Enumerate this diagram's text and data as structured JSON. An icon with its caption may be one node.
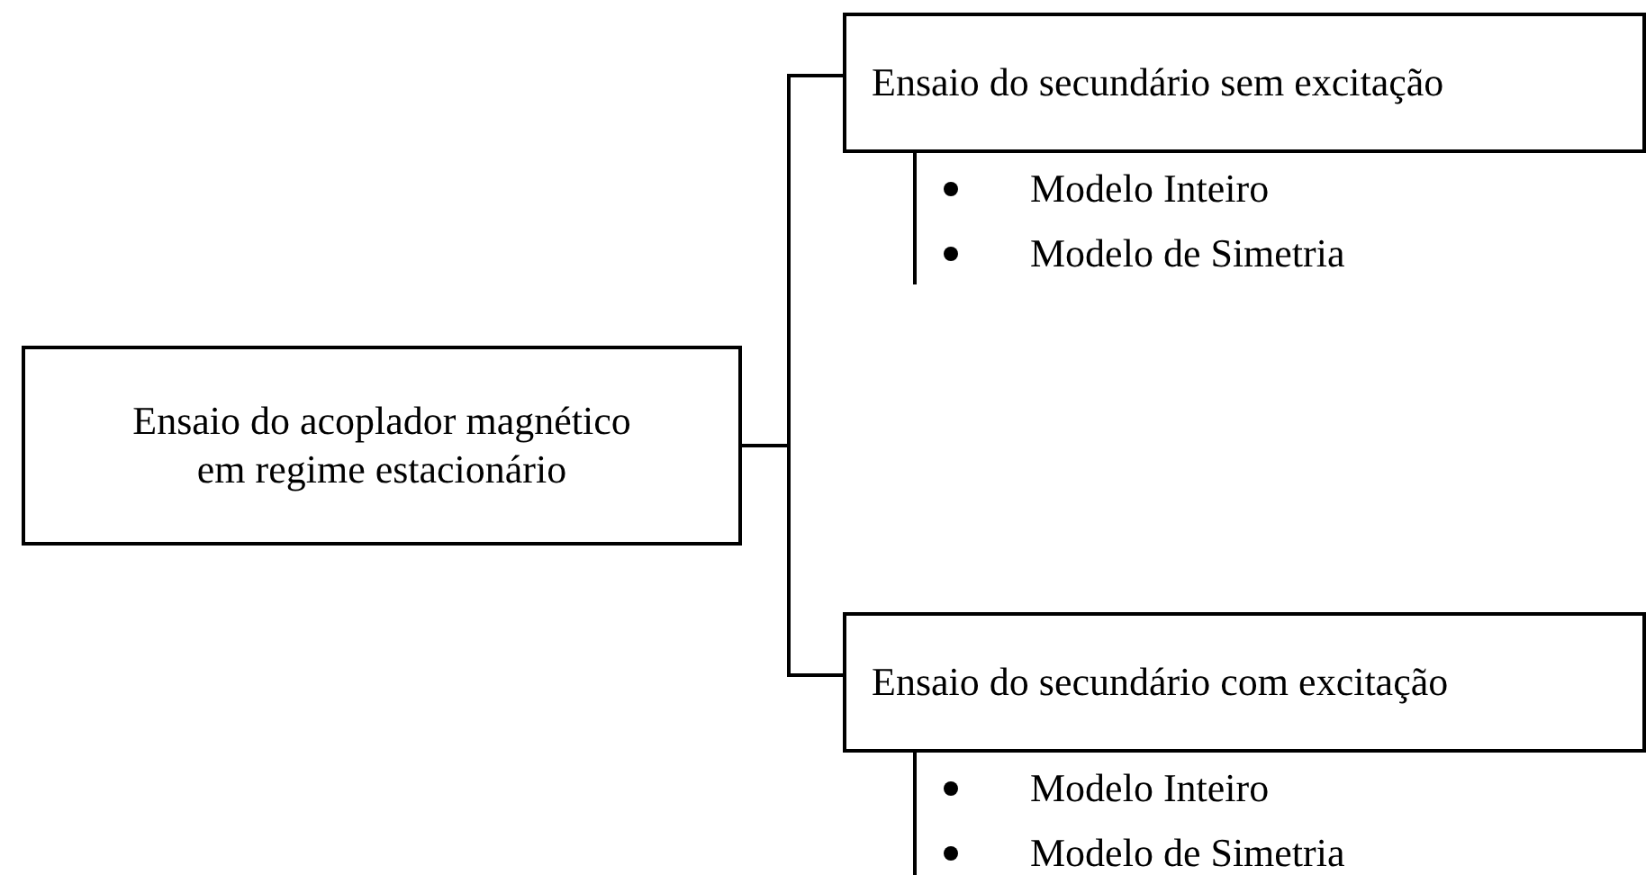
{
  "diagram": {
    "nodes": [
      {
        "text": [
          "Ensaio do acoplador magnético em regime estacionário"
        ]
      },
      {
        "text": [
          "Ensaio do secundário sem excitação"
        ],
        "beside": [
          "Modelo Inteiro",
          "Modelo de Simetria"
        ]
      },
      {
        "text": [
          "Ensaio do secundário com excitação"
        ],
        "beside": [
          "Modelo Inteiro",
          "Modelo de Simetria"
        ]
      }
    ],
    "edges": [
      {
        "from": 0,
        "to": 1,
        "arrow": "none"
      },
      {
        "from": 0,
        "to": 2,
        "arrow": "none"
      }
    ]
  }
}
